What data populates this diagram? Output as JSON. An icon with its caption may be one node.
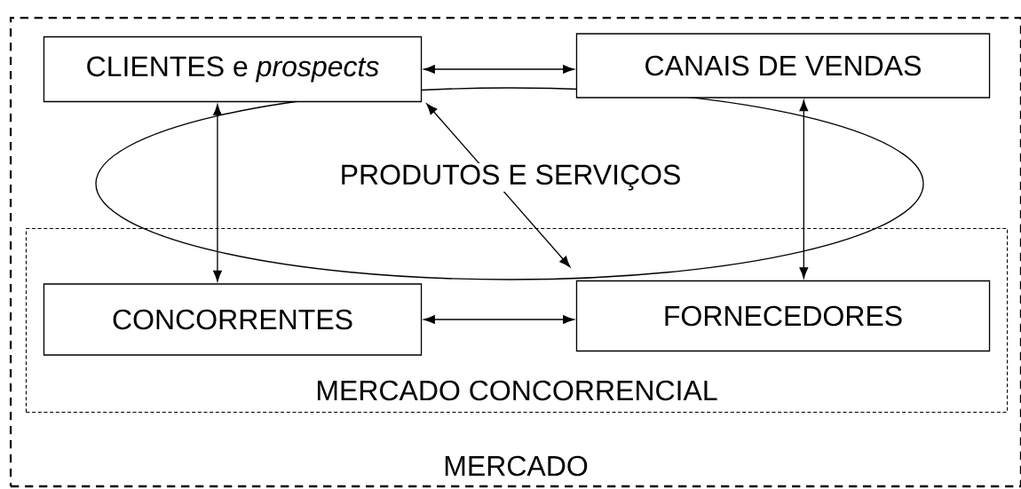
{
  "diagram": {
    "nodes": [
      {
        "text": [
          "MERCADO"
        ]
      },
      {
        "text": [
          "CLIENTES e *prospects*"
        ],
        "in": 0
      },
      {
        "text": [
          "CANAIS DE VENDAS"
        ],
        "in": 0
      },
      {
        "text": [
          "MERCADO CONCORRENCIAL"
        ],
        "in": 0
      },
      {
        "text": [
          "CONCORRENTES"
        ],
        "in": 3
      },
      {
        "text": [
          "FORNECEDORES"
        ],
        "in": 3
      }
    ],
    "edges": [
      {
        "from": 1,
        "to": 2,
        "arrow": "both"
      },
      {
        "from": 1,
        "to": 4,
        "arrow": "both"
      },
      {
        "from": 1,
        "to": 5,
        "arrow": "both"
      },
      {
        "from": 2,
        "to": 5,
        "arrow": "both"
      },
      {
        "from": 4,
        "to": 5,
        "arrow": "both"
      }
    ],
    "labels": [
      "PRODUTOS E SERVIÇOS"
    ]
  }
}
